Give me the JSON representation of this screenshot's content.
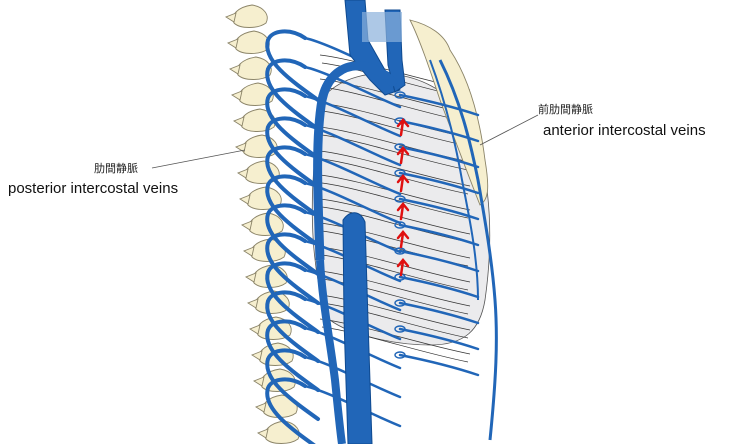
{
  "labels": {
    "posterior_jp": "肋間静脈",
    "posterior_en": "posterior intercostal veins",
    "anterior_jp": "前肋間静脈",
    "anterior_en": "anterior intercostal veins"
  },
  "colors": {
    "vein": "#2166b8",
    "vein_dark": "#0f4a90",
    "bone": "#f6efcf",
    "bone_edge": "#8b8468",
    "arrow": "#e01010",
    "pleura": "#e9e9ea"
  },
  "flow_arrows": {
    "count": 6,
    "direction": "up"
  }
}
